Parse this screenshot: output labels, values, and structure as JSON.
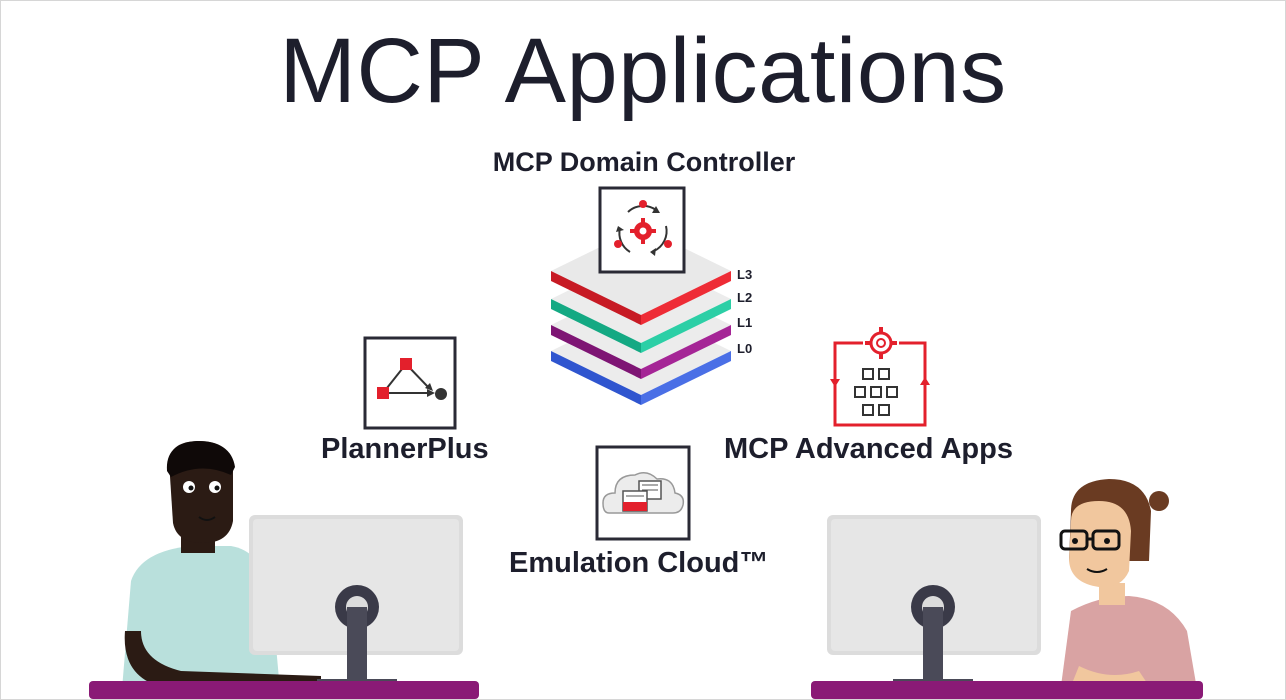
{
  "title": "MCP Applications",
  "domain_controller": {
    "label": "MCP Domain Controller",
    "icon": "gear-cycle-icon",
    "layers": [
      "L3",
      "L2",
      "L1",
      "L0"
    ],
    "layer_colors": [
      "#e3202c",
      "#1fbf98",
      "#951a87",
      "#3a5cd6"
    ]
  },
  "planner_plus": {
    "label": "PlannerPlus",
    "icon": "network-path-icon"
  },
  "advanced_apps": {
    "label": "MCP Advanced Apps",
    "icon": "app-grid-gear-icon"
  },
  "emulation_cloud": {
    "label": "Emulation Cloud™",
    "icon": "cloud-windows-icon"
  },
  "colors": {
    "accent_red": "#e3202c",
    "desk_purple": "#8a1a76",
    "text": "#1d1e2c"
  }
}
